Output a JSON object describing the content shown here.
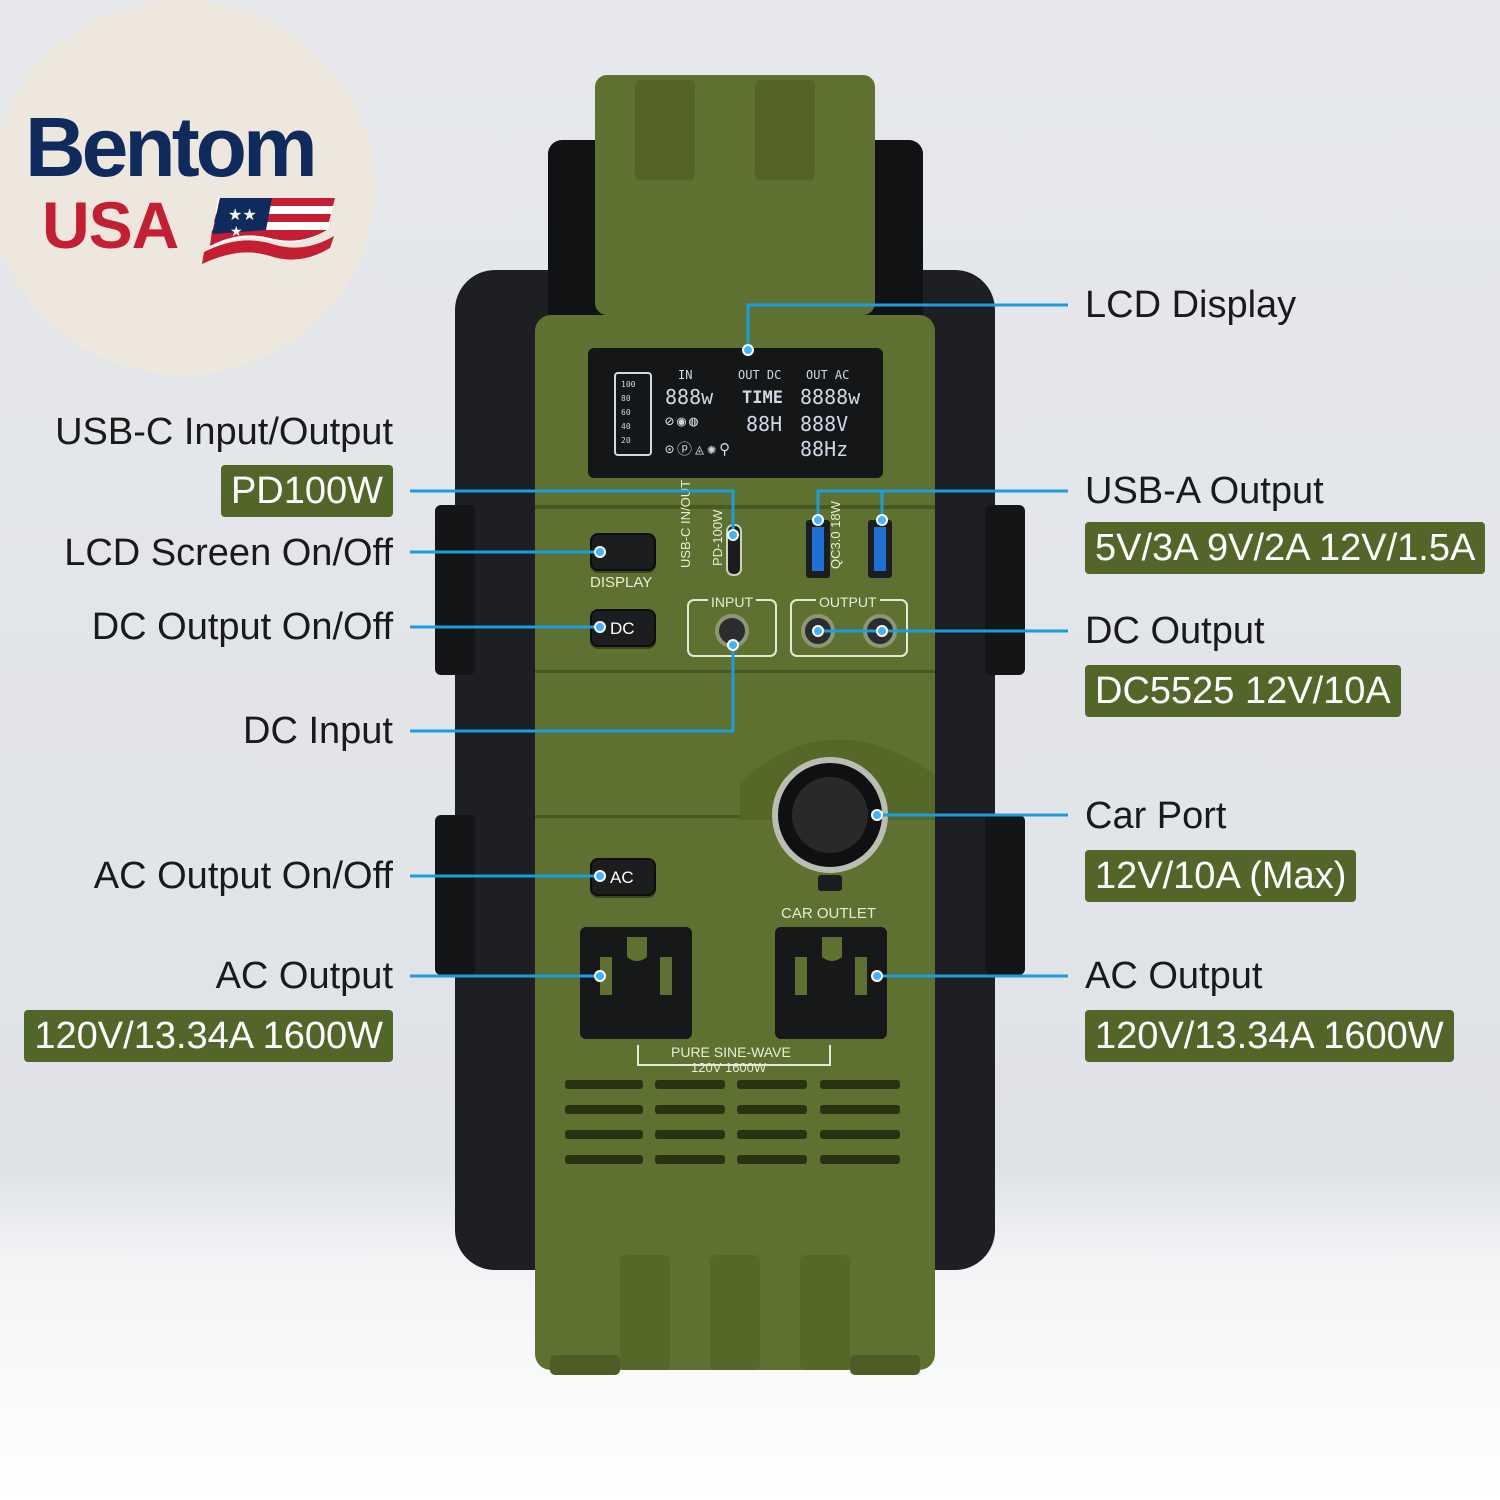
{
  "brand": {
    "name": "Bentom",
    "country": "USA"
  },
  "colors": {
    "tag_green": "#53662a",
    "body_green": "#5f7130",
    "callout_blue": "#1a9ee0"
  },
  "callouts_left": [
    {
      "label": "USB-C Input/Output",
      "tag": "PD100W"
    },
    {
      "label": "LCD Screen On/Off"
    },
    {
      "label": "DC Output On/Off"
    },
    {
      "label": "DC Input"
    },
    {
      "label": "AC Output On/Off"
    },
    {
      "label": "AC Output",
      "tag": "120V/13.34A 1600W"
    }
  ],
  "callouts_right": [
    {
      "label": "LCD Display"
    },
    {
      "label": "USB-A Output",
      "tag": "5V/3A 9V/2A 12V/1.5A"
    },
    {
      "label": "DC Output",
      "tag": "DC5525 12V/10A"
    },
    {
      "label": "Car Port",
      "tag": "12V/10A (Max)"
    },
    {
      "label": "AC Output",
      "tag": "120V/13.34A 1600W"
    }
  ],
  "device": {
    "lcd": {
      "in": "IN",
      "out_dc": "OUT DC",
      "out_ac": "OUT AC",
      "time": "TIME",
      "in_watts": "888w",
      "ac_watts": "8888w",
      "hours": "88H",
      "volts": "888V",
      "hz": "88Hz",
      "battery_levels": [
        "100",
        "80",
        "60",
        "40",
        "20"
      ]
    },
    "usb_c_label": "USB-C IN/OUT",
    "usb_c_power": "PD-100W",
    "qc_label": "QC3.0 18W",
    "display_button": "DISPLAY",
    "dc_button": "DC",
    "ac_button": "AC",
    "input_label": "INPUT",
    "output_label": "OUTPUT",
    "car_outlet_label": "CAR OUTLET",
    "sine_label": "PURE SINE-WAVE",
    "sine_spec": "120V 1600W"
  }
}
